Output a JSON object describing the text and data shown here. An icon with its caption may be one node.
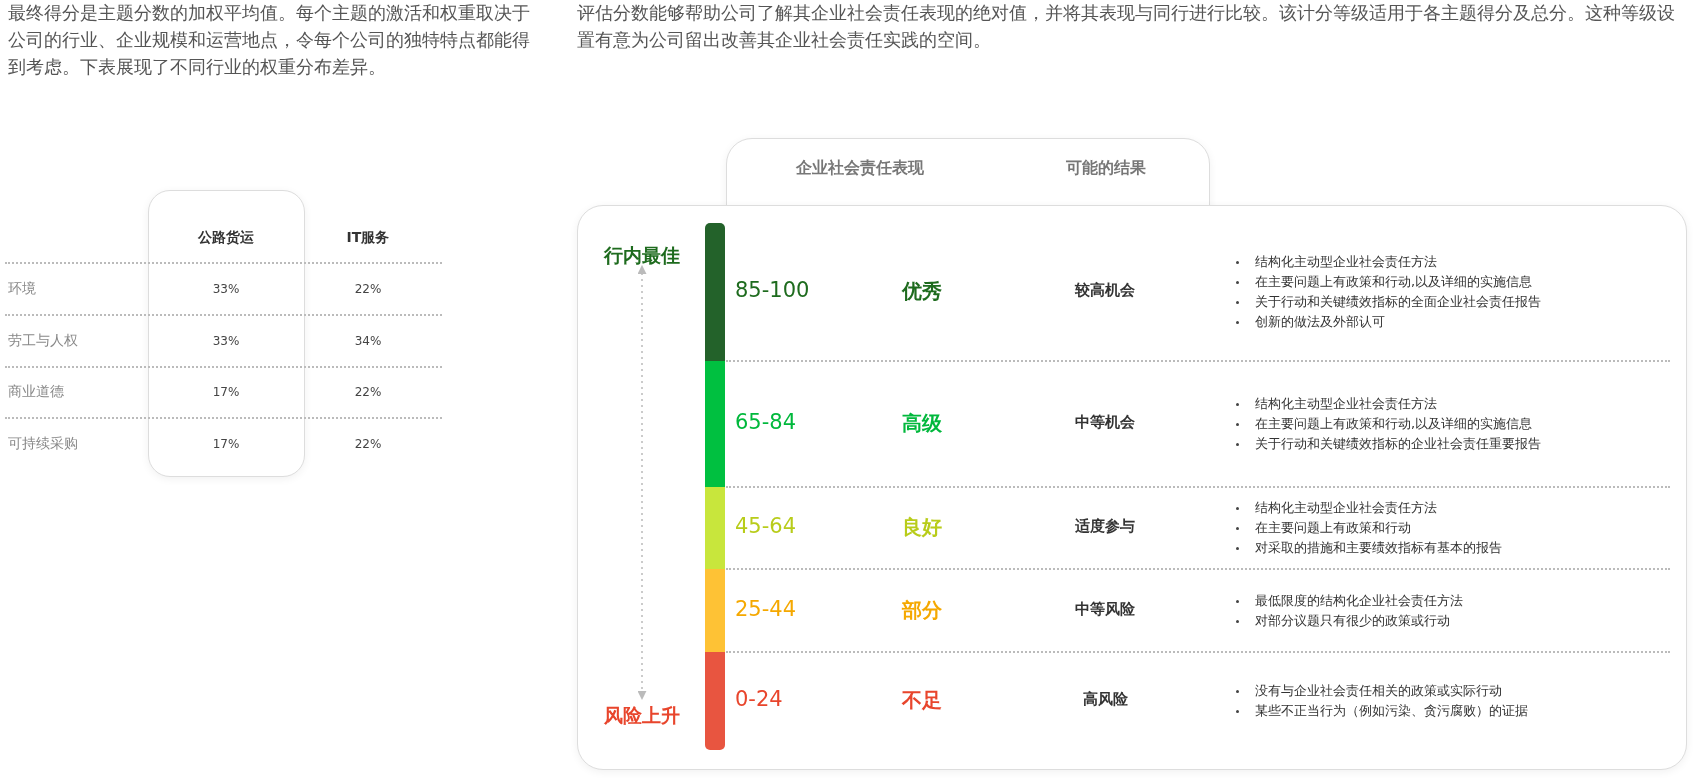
{
  "diagram": {
    "nodes": [
      {
        "text": [
          "行内最佳"
        ]
      },
      {
        "text": [
          "风险上升"
        ]
      }
    ],
    "edges": [
      {
        "from": 0,
        "to": 1,
        "arrow": "both",
        "style": "dashed"
      }
    ],
    "labels": [
      "最终得分是主题分数的加权平均值。每个主题的激活和权重取决于公司的行业、企业规模和运营地点，令每个公司的独特特点都能得到考虑。下表展现了不同行业的权重分布差异。",
      "评估分数能够帮助公司了解其企业社会责任表现的绝对值，并将其表现与同行进行比较。该计分等级适用于各主题得分及总分。这种等级设置有意为公司留出改善其企业社会责任实践的空间。",
      "公路货运",
      "IT服务",
      "环境",
      "33%",
      "22%",
      "劳工与人权",
      "33%",
      "34%",
      "商业道德",
      "17%",
      "22%",
      "可持续采购",
      "17%",
      "22%",
      "企业社会责任表现",
      "可能的结果",
      "85-100",
      "优秀",
      "较高机会",
      "结构化主动型企业社会责任方法",
      "在主要问题上有政策和行动,以及详细的实施信息",
      "关于行动和关键绩效指标的全面企业社会责任报告",
      "创新的做法及外部认可",
      "65-84",
      "高级",
      "中等机会",
      "结构化主动型企业社会责任方法",
      "在主要问题上有政策和行动,以及详细的实施信息",
      "关于行动和关键绩效指标的企业社会责任重要报告",
      "45-64",
      "良好",
      "适度参与",
      "结构化主动型企业社会责任方法",
      "在主要问题上有政策和行动",
      "对采取的措施和主要绩效指标有基本的报告",
      "25-44",
      "部分",
      "中等风险",
      "最低限度的结构化企业社会责任方法",
      "对部分议题只有很少的政策或行动",
      "0-24",
      "不足",
      "高风险",
      "没有与企业社会责任相关的政策或实际行动",
      "某些不正当行为（例如污染、贪污腐败）的证据"
    ]
  }
}
